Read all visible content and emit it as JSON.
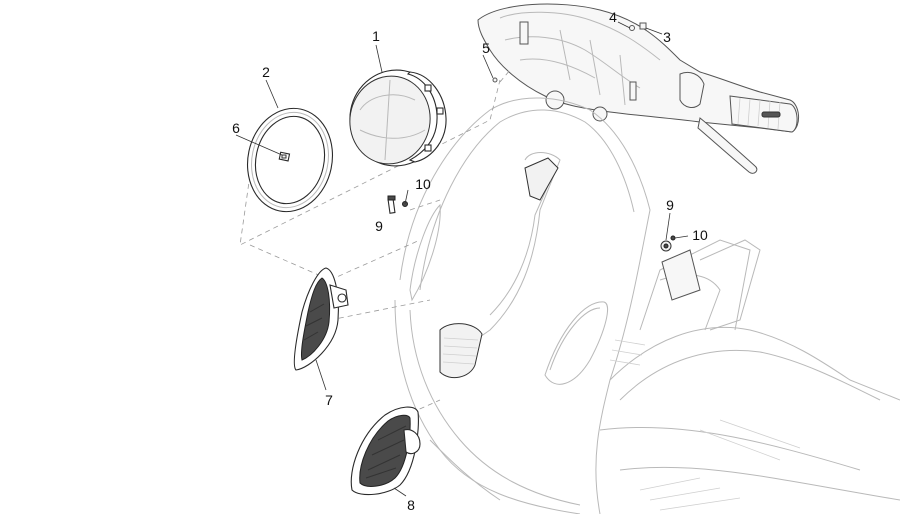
{
  "callouts": [
    {
      "id": "1",
      "label": "1"
    },
    {
      "id": "2",
      "label": "2"
    },
    {
      "id": "3",
      "label": "3"
    },
    {
      "id": "4",
      "label": "4"
    },
    {
      "id": "5",
      "label": "5"
    },
    {
      "id": "6",
      "label": "6"
    },
    {
      "id": "7",
      "label": "7"
    },
    {
      "id": "8",
      "label": "8"
    },
    {
      "id": "9a",
      "label": "9"
    },
    {
      "id": "9b",
      "label": "9"
    },
    {
      "id": "10a",
      "label": "10"
    },
    {
      "id": "10b",
      "label": "10"
    }
  ]
}
